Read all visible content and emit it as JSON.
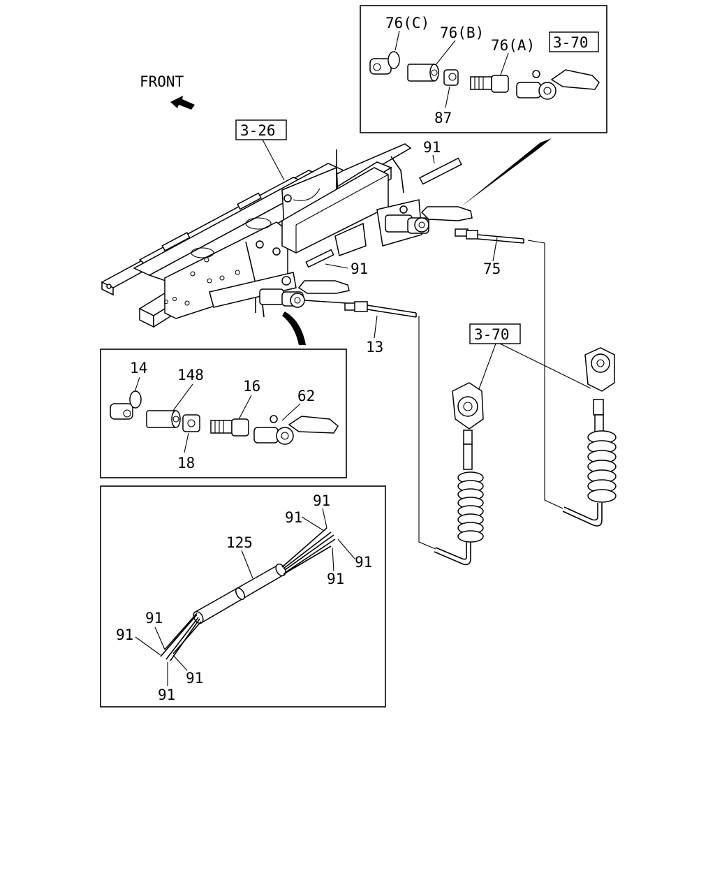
{
  "front_label": "FRONT",
  "ref_boxes": {
    "frame_ref": "3-26",
    "coupling_ref_inset": "3-70",
    "coupling_ref_main": "3-70"
  },
  "callouts": {
    "p91_top": "91",
    "p91_mid": "91",
    "p75": "75",
    "p13": "13"
  },
  "inset_top": {
    "p76c": "76(C)",
    "p76b": "76(B)",
    "p76a": "76(A)",
    "p87": "87"
  },
  "inset_mid": {
    "p14": "14",
    "p148": "148",
    "p16": "16",
    "p62": "62",
    "p18": "18"
  },
  "inset_bottom": {
    "p125": "125",
    "p91_a": "91",
    "p91_b": "91",
    "p91_c": "91",
    "p91_d": "91",
    "p91_e": "91",
    "p91_f": "91",
    "p91_g": "91",
    "p91_h": "91"
  }
}
